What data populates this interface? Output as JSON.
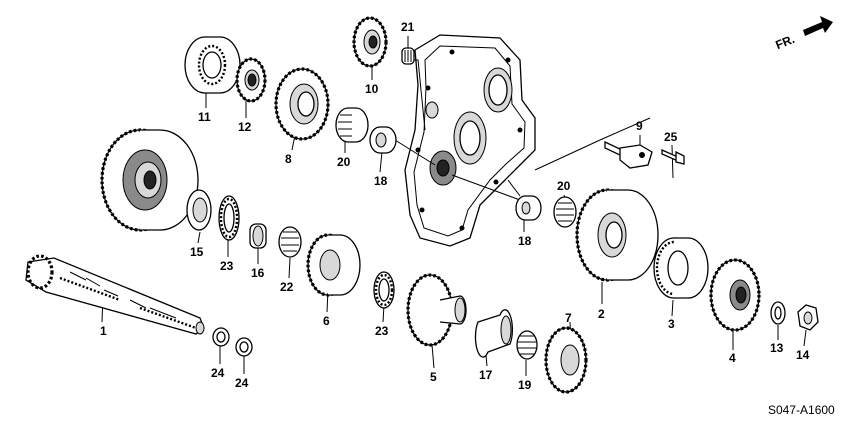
{
  "diagram": {
    "code": "S047-A1600",
    "direction_label": "FR.",
    "labels": {
      "p1": "1",
      "p2": "2",
      "p3": "3",
      "p4": "4",
      "p5": "5",
      "p6": "6",
      "p7": "7",
      "p8": "8",
      "p9": "9",
      "p10": "10",
      "p11": "11",
      "p12": "12",
      "p13": "13",
      "p14": "14",
      "p15": "15",
      "p16": "16",
      "p17": "17",
      "p18a": "18",
      "p18b": "18",
      "p19": "19",
      "p20a": "20",
      "p20b": "20",
      "p21": "21",
      "p22": "22",
      "p23a": "23",
      "p23b": "23",
      "p24a": "24",
      "p24b": "24",
      "p25": "25"
    }
  }
}
